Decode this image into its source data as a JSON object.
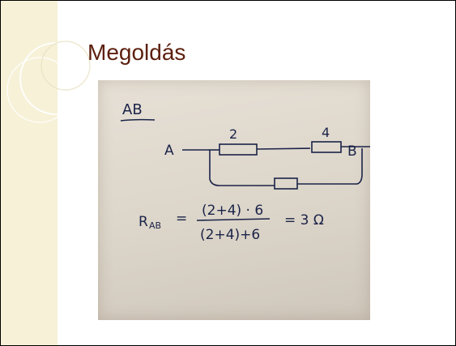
{
  "slide": {
    "title": "Megoldás",
    "colors": {
      "title": "#5c1f0e",
      "side_band": "#f6f1d7",
      "ink": "#1a2348"
    }
  },
  "photo": {
    "heading": "AB",
    "node_a": "A",
    "node_b": "B",
    "resistor_top_left_value": "2",
    "resistor_top_right_value": "4",
    "formula": {
      "lhs": "R",
      "lhs_sub": "AB",
      "equals": "=",
      "numerator": "(2+4) · 6",
      "denominator": "(2+4)+6",
      "result": "= 3 Ω"
    }
  }
}
